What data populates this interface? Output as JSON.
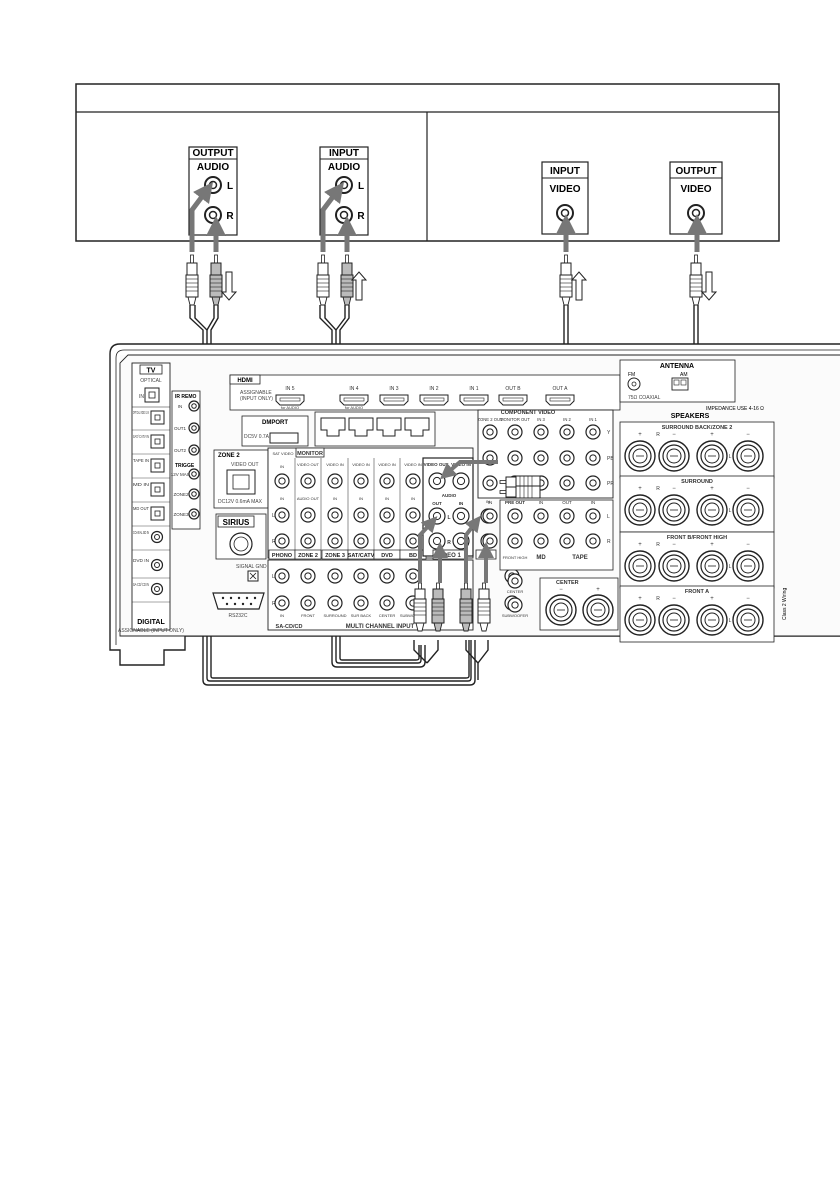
{
  "device_box": {
    "left_panel": {
      "output_jack": {
        "header": "OUTPUT",
        "audio_label": "AUDIO",
        "left": "L",
        "right": "R"
      },
      "input_jack": {
        "header": "INPUT",
        "audio_label": "AUDIO",
        "left": "L",
        "right": "R"
      }
    },
    "right_panel": {
      "input_jack": {
        "header": "INPUT",
        "video_label": "VIDEO"
      },
      "output_jack": {
        "header": "OUTPUT",
        "video_label": "VIDEO"
      }
    }
  },
  "receiver": {
    "tv_label": "TV",
    "optical": "OPTICAL",
    "in": "IN",
    "ir_remote": "IR REMO",
    "trigger": "TRIGGE",
    "hdmi": "HDMI",
    "assignable": "ASSIGNABLE",
    "input_only": "(INPUT ONLY)",
    "hdmi_ports": [
      "IN 5",
      "IN 4",
      "IN 3",
      "IN 2",
      "IN 1",
      "OUT B",
      "OUT A"
    ],
    "for_audio": "for AUDIO",
    "dmport": "DMPORT",
    "dmport_power": "DC5V 0.7A MAX",
    "zone2": "ZONE 2",
    "video_out": "VIDEO OUT",
    "zone2_power": "DC12V 0.6mA MAX",
    "sirius": "SIRIUS",
    "signal_gnd": "SIGNAL GND",
    "rs232c": "RS232C",
    "digital": "DIGITAL",
    "digital_sub": "ASSIGNABLE (INPUT ONLY)",
    "digital_inputs": [
      "OPTICAL VIDEO 1 IN",
      "SAT/ CATV IN",
      "TAPE IN",
      "MD IN",
      "MD OUT",
      "COAXIAL BD IN",
      "DVD IN",
      "SA-CD/ CD IN"
    ],
    "ir_items": [
      "IN",
      "OUT1",
      "OUT2"
    ],
    "trigger_items": [
      "12V MAIN",
      "ZONE2",
      "ZONE3"
    ],
    "monitor": "MONITOR",
    "sat_video": "SAT VIDEO",
    "video_in": "VIDEO IN",
    "audio_out": "AUDIO OUT",
    "col_labels": [
      "PHONO",
      "ZONE 2",
      "ZONE 3",
      "SAT/CATV",
      "DVD",
      "BD"
    ],
    "video1": "VIDEO 1",
    "out": "OUT",
    "audio": "AUDIO",
    "tv_col": "TV",
    "multi_channel": "MULTI CHANNEL INPUT",
    "sa_cd": "SA-CD/CD",
    "front": "FRONT",
    "surround": "SURROUND",
    "sur_back": "SUR BACK",
    "center": "CENTER",
    "subwoofer": "SUBWOOFER",
    "component_video": "COMPONENT VIDEO",
    "comp_cols": [
      "ZONE 2 OUT",
      "MONITOR OUT",
      "IN 3",
      "IN 2",
      "IN 1"
    ],
    "y": "Y",
    "pb": "PB",
    "pr": "PR",
    "pre_out": "PRE OUT",
    "front_high": "FRONT HIGH",
    "md": "MD",
    "tape": "TAPE",
    "antenna": "ANTENNA",
    "fm": "FM",
    "am": "AM",
    "coaxial": "75Ω COAXIAL",
    "speakers": "SPEAKERS",
    "impedance": "IMPEDANCE USE 4-16 Ω",
    "surround_back_zone2": "SURROUND BACK/ZONE 2",
    "surround_spk": "SURROUND",
    "front_b": "FRONT B/FRONT HIGH",
    "front_a": "FRONT A",
    "center_spk": "CENTER",
    "plus": "+",
    "minus": "−",
    "l": "L",
    "r": "R",
    "side_text": "Class 2 Wiring"
  },
  "colors": {
    "line": "#222222",
    "arrow": "#777777",
    "panel_fill": "#f4f4f4",
    "plug_gray": "#bbbbbb"
  }
}
